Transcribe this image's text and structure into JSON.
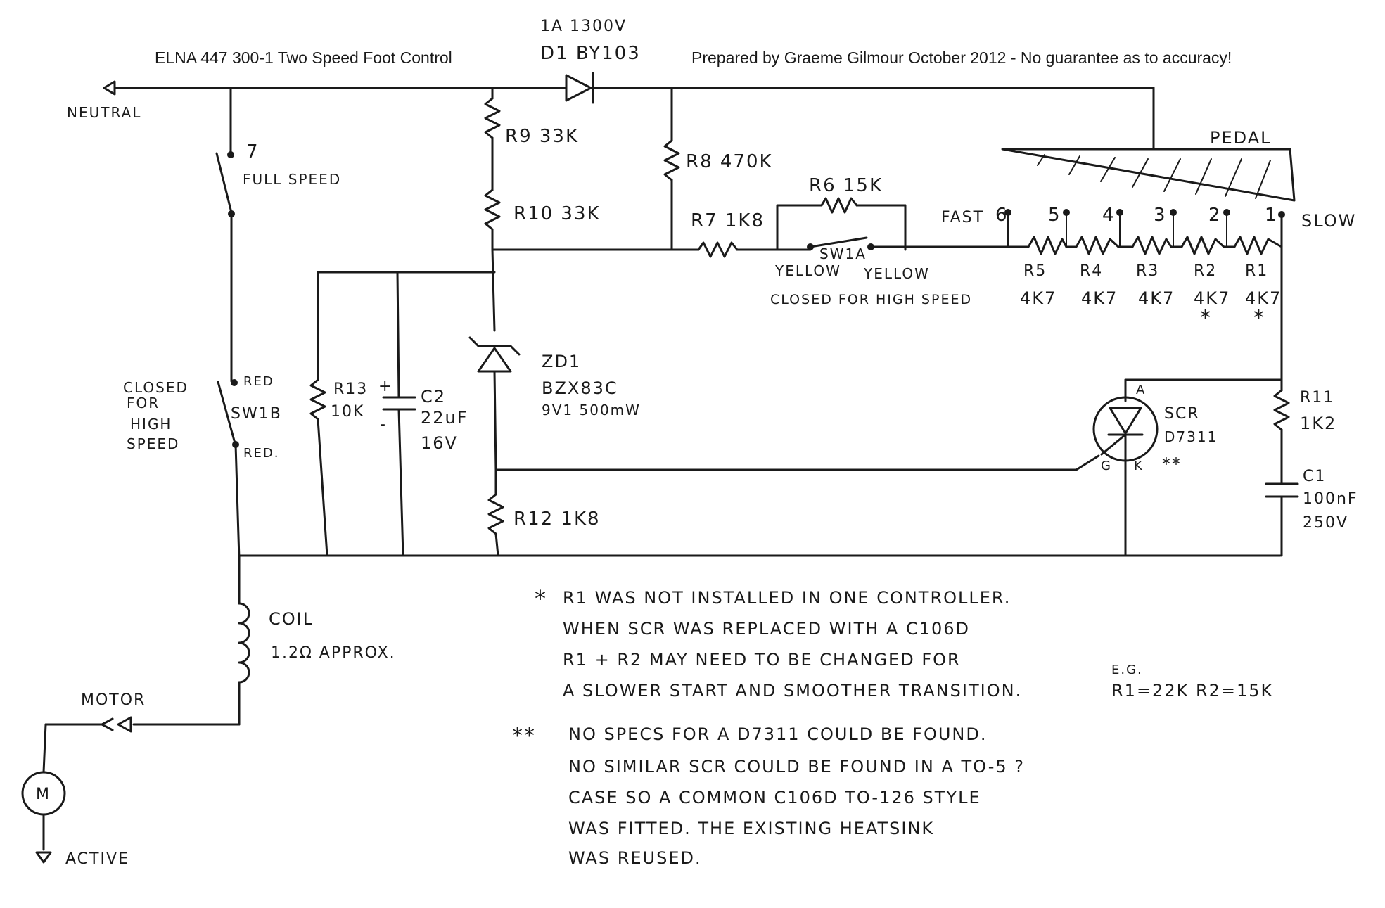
{
  "header": {
    "title": "ELNA 447 300-1 Two Speed Foot Control",
    "credit": "Prepared by Graeme Gilmour October 2012 - No guarantee as to accuracy!"
  },
  "terminals": {
    "neutral": "NEUTRAL",
    "motor": "MOTOR",
    "active": "ACTIVE",
    "motor_symbol": "M"
  },
  "switches": {
    "full_speed_pin": "7",
    "full_speed": "FULL SPEED",
    "sw1b_note": [
      "CLOSED",
      "FOR",
      "HIGH",
      "SPEED"
    ],
    "sw1b_label": "SW1B",
    "sw1b_wire_top": "RED",
    "sw1b_wire_bottom": "RED.",
    "sw1a_label": "SW1A",
    "sw1a_wire_left": "YELLOW",
    "sw1a_wire_right": "YELLOW",
    "sw1a_note": "CLOSED FOR HIGH SPEED"
  },
  "components": {
    "d1_rating": "1A 1300V",
    "d1": "D1 BY103",
    "r9": "R9 33K",
    "r10": "R10 33K",
    "r8": "R8 470K",
    "r7": "R7 1K8",
    "r6": "R6 15K",
    "r13_name": "R13",
    "r13_value": "10K",
    "c2_name": "C2",
    "c2_value": "22uF",
    "c2_voltage": "16V",
    "c2_plus": "+",
    "c2_minus": "-",
    "zd1_name": "ZD1",
    "zd1_part": "BZX83C",
    "zd1_rating": "9V1 500mW",
    "r12": "R12 1K8",
    "scr_name": "SCR",
    "scr_part": "D7311",
    "scr_anode": "A",
    "scr_gate": "G",
    "scr_cathode": "K",
    "scr_mark": "**",
    "r11_name": "R11",
    "r11_value": "1K2",
    "c1_name": "C1",
    "c1_value": "100nF",
    "c1_voltage": "250V",
    "coil_name": "COIL",
    "coil_value": "1.2Ω APPROX."
  },
  "pedal": {
    "label": "PEDAL",
    "fast": "FAST",
    "slow": "SLOW",
    "taps": [
      "6",
      "5",
      "4",
      "3",
      "2",
      "1"
    ],
    "resistors": [
      {
        "name": "R5",
        "value": "4K7",
        "mark": ""
      },
      {
        "name": "R4",
        "value": "4K7",
        "mark": ""
      },
      {
        "name": "R3",
        "value": "4K7",
        "mark": ""
      },
      {
        "name": "R2",
        "value": "4K7",
        "mark": "*"
      },
      {
        "name": "R1",
        "value": "4K7",
        "mark": "*"
      }
    ]
  },
  "notes": {
    "single_star": "*",
    "single_star_lines": [
      "R1 WAS NOT INSTALLED IN ONE CONTROLLER.",
      "WHEN SCR WAS REPLACED WITH A C106D",
      "R1 + R2 MAY NEED TO BE CHANGED FOR",
      "A SLOWER START AND SMOOTHER TRANSITION."
    ],
    "eg_label": "E.G.",
    "eg_values": "R1=22K R2=15K",
    "double_star": "**",
    "double_star_lines": [
      "NO SPECS FOR A D7311 COULD BE FOUND.",
      "NO SIMILAR SCR COULD BE FOUND IN A TO-5 ?",
      "CASE SO A COMMON C106D TO-126 STYLE",
      "WAS FITTED. THE EXISTING HEATSINK",
      "WAS REUSED."
    ]
  }
}
